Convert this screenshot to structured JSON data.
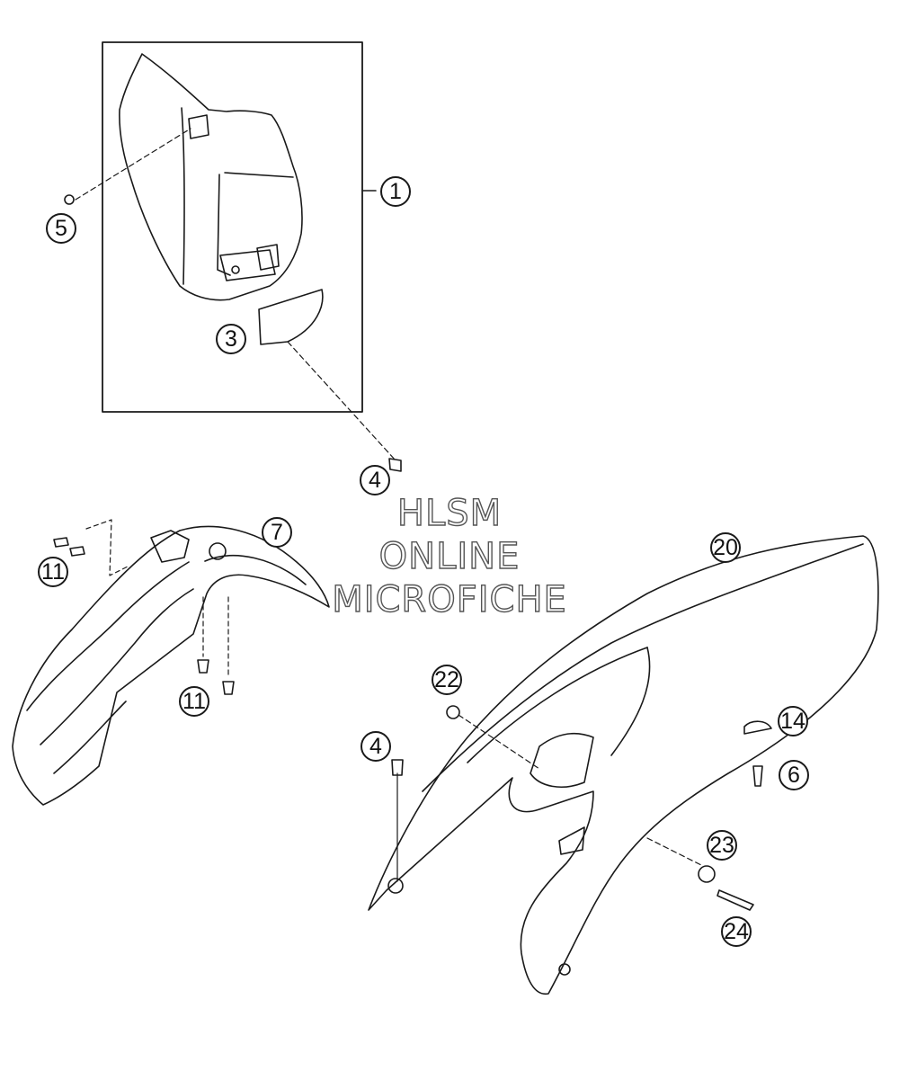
{
  "watermark": {
    "line1": "HLSM",
    "line2": "ONLINE",
    "line3": "MICROFICHE"
  },
  "callouts": {
    "c1": "1",
    "c3": "3",
    "c4a": "4",
    "c4b": "4",
    "c5": "5",
    "c6": "6",
    "c7": "7",
    "c11a": "11",
    "c11b": "11",
    "c14": "14",
    "c20": "20",
    "c22": "22",
    "c23": "23",
    "c24": "24"
  },
  "colors": {
    "line": "#1a1a1a",
    "fill": "#ffffff"
  }
}
